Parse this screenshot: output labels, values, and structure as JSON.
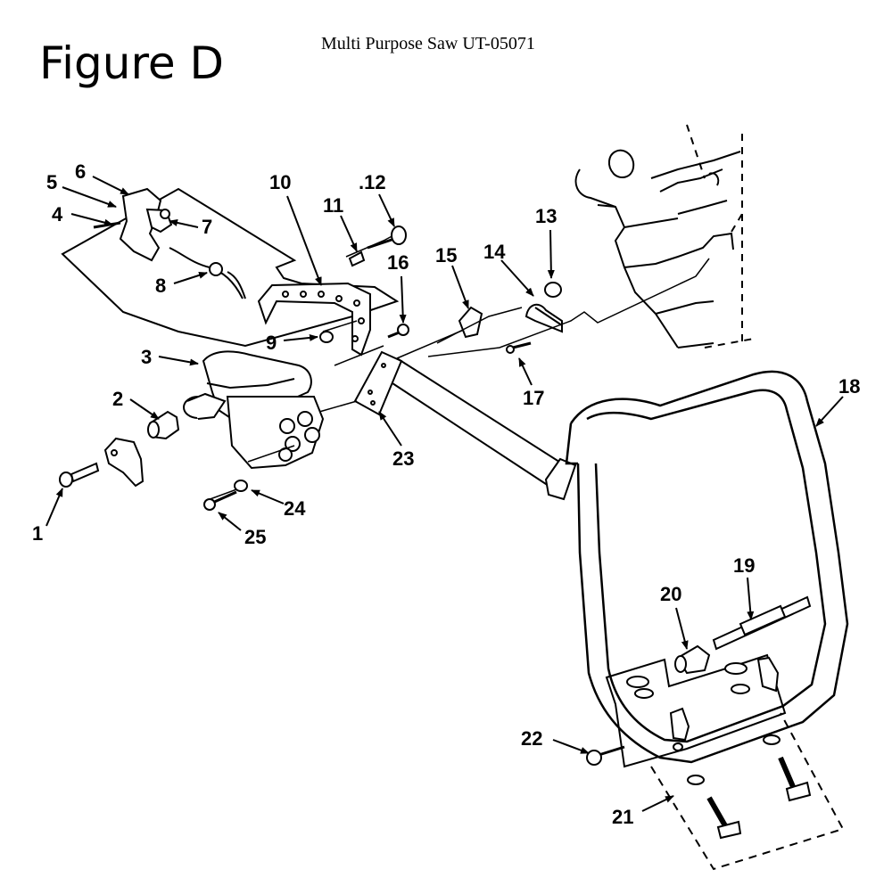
{
  "figure_label": "Figure D",
  "document_title": "Multi Purpose Saw UT-05071",
  "callouts": {
    "c1": "1",
    "c2": "2",
    "c3": "3",
    "c4": "4",
    "c5": "5",
    "c6": "6",
    "c7": "7",
    "c8": "8",
    "c9": "9",
    "c10": "10",
    "c11": "11",
    "c12": ".12",
    "c13": "13",
    "c14": "14",
    "c15": "15",
    "c16": "16",
    "c17": "17",
    "c18": "18",
    "c19": "19",
    "c20": "20",
    "c21": "21",
    "c22": "22",
    "c23": "23",
    "c24": "24",
    "c25": "25"
  },
  "colors": {
    "ink": "#000000",
    "paper": "#ffffff"
  }
}
